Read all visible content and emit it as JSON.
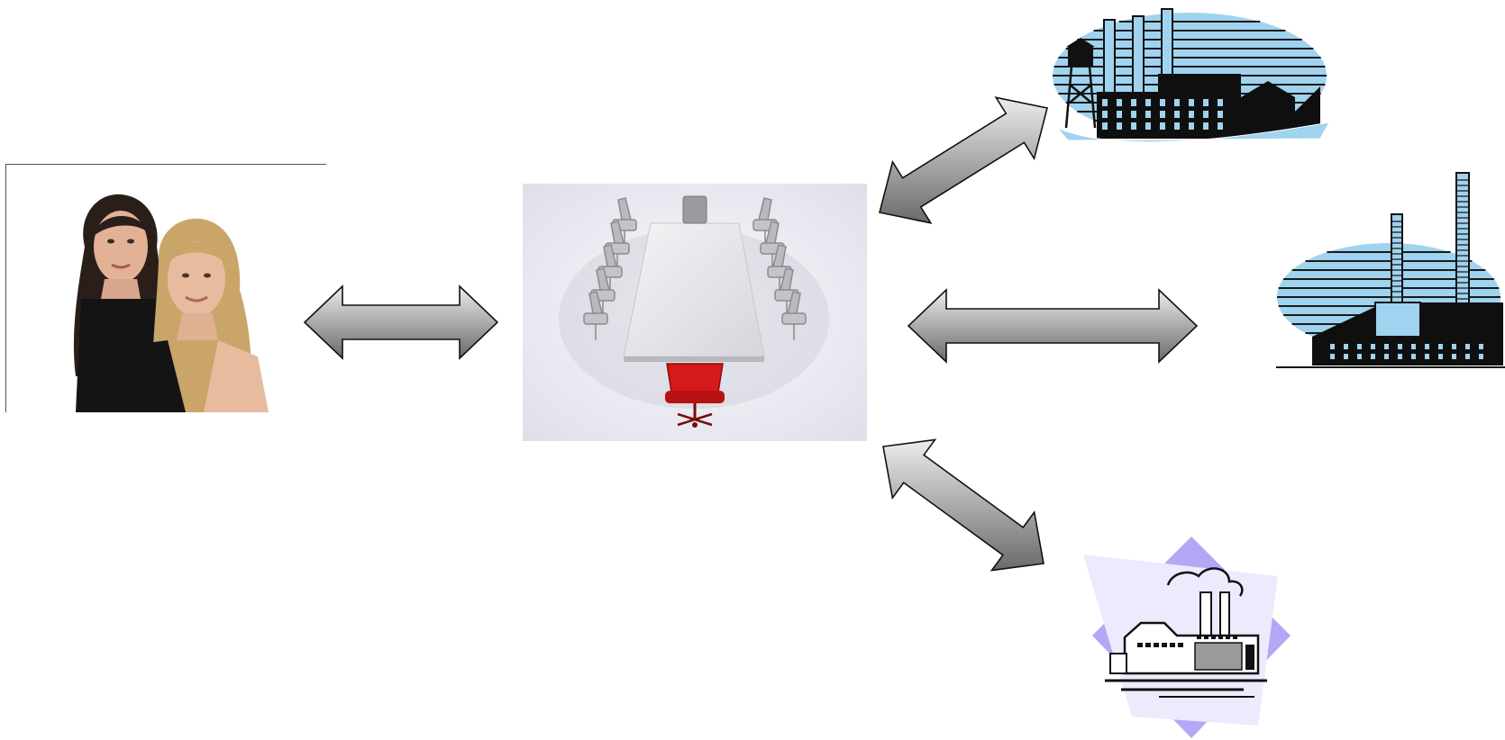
{
  "diagram": {
    "nodes": [
      {
        "id": "people",
        "icon": "two-women-photo-icon"
      },
      {
        "id": "meeting",
        "icon": "conference-table-icon"
      },
      {
        "id": "factory-top",
        "icon": "factory-with-water-tower-icon"
      },
      {
        "id": "factory-mid",
        "icon": "power-plant-smokestacks-icon"
      },
      {
        "id": "factory-bottom",
        "icon": "factory-clipart-icon"
      }
    ],
    "connections": [
      {
        "from": "people",
        "to": "meeting",
        "style": "double-arrow"
      },
      {
        "from": "meeting",
        "to": "factory-top",
        "style": "double-arrow"
      },
      {
        "from": "meeting",
        "to": "factory-mid",
        "style": "double-arrow"
      },
      {
        "from": "meeting",
        "to": "factory-bottom",
        "style": "double-arrow"
      }
    ],
    "colors": {
      "arrow_light": "#e6e6e6",
      "arrow_dark": "#6e6e6e",
      "sky_blue": "#9fd3ef",
      "lavender": "#b3a8f5",
      "chair_red": "#d41a1a"
    }
  }
}
